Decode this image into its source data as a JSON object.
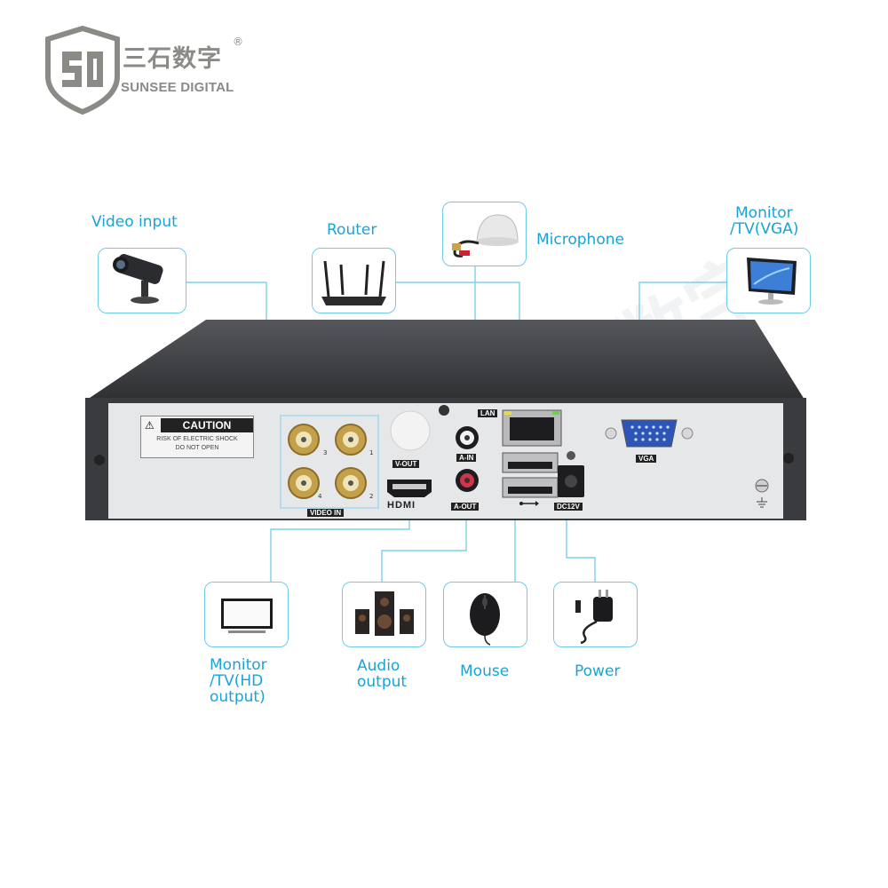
{
  "brand": {
    "name_cn": "三石数字",
    "name_en": "SUNSEE DIGITAL",
    "registered": "®"
  },
  "colors": {
    "accent": "#1aa3d6",
    "box_border": "#6fcbe8",
    "device_top": "#3c3d40",
    "device_panel": "#e6e7e9",
    "logo_gray": "#8a8a86"
  },
  "callouts": {
    "video_input": "Video input",
    "router": "Router",
    "microphone": "Microphone",
    "monitor_vga_line1": "Monitor",
    "monitor_vga_line2": "/TV(VGA)",
    "monitor_hd_line1": "Monitor",
    "monitor_hd_line2": "/TV(HD",
    "monitor_hd_line3": "output)",
    "audio_line1": "Audio",
    "audio_line2": "output",
    "mouse": "Mouse",
    "power": "Power"
  },
  "panel": {
    "caution_title": "CAUTION",
    "caution_line1": "RISK OF ELECTRIC SHOCK",
    "caution_line2": "DO NOT OPEN",
    "video_in": "VIDEO IN",
    "bnc_numbers": [
      "3",
      "1",
      "4",
      "2"
    ],
    "v_out": "V-OUT",
    "hdmi": "HDMI",
    "lan": "LAN",
    "a_in": "A-IN",
    "a_out": "A-OUT",
    "dc12v": "DC12V",
    "vga": "VGA"
  },
  "icons": [
    "shield-logo-icon",
    "camera-icon",
    "router-icon",
    "microphone-icon",
    "vga-monitor-icon",
    "hd-monitor-icon",
    "speaker-icon",
    "mouse-icon",
    "power-adapter-icon",
    "usb-icon",
    "ground-icon"
  ]
}
